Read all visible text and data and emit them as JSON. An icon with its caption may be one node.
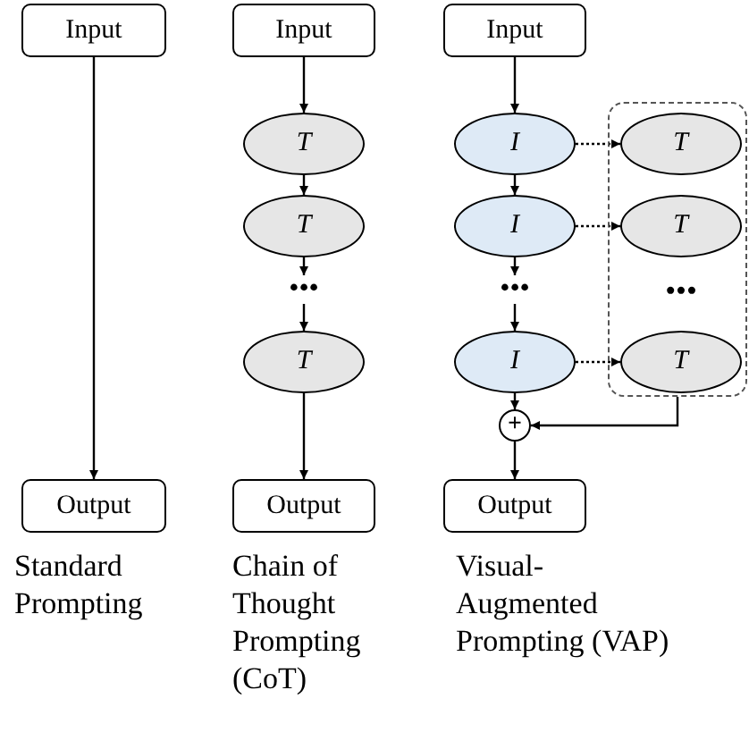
{
  "diagram": {
    "nodes": [
      {
        "text": [
          "Input"
        ]
      },
      {
        "text": [
          "Output"
        ]
      },
      {
        "text": [
          "Input"
        ]
      },
      {
        "text": [
          "T"
        ]
      },
      {
        "text": [
          "T"
        ]
      },
      {
        "text": [
          "•••"
        ]
      },
      {
        "text": [
          "T"
        ]
      },
      {
        "text": [
          "Output"
        ]
      },
      {
        "text": [
          "Input"
        ]
      },
      {
        "text": [
          "I"
        ]
      },
      {
        "text": [
          "I"
        ]
      },
      {
        "text": [
          "•••"
        ]
      },
      {
        "text": [
          "I"
        ]
      },
      {
        "text": [],
        "shape": "box"
      },
      {
        "text": [
          "T"
        ],
        "in": 13
      },
      {
        "text": [
          "T"
        ],
        "in": 13
      },
      {
        "text": [
          "T"
        ],
        "in": 13
      },
      {
        "text": [
          "+"
        ]
      },
      {
        "text": [
          "Output"
        ]
      }
    ],
    "edges": [
      {
        "from": 0,
        "to": 1,
        "arrow": "to"
      },
      {
        "from": 2,
        "to": 3,
        "arrow": "to"
      },
      {
        "from": 3,
        "to": 4,
        "arrow": "to"
      },
      {
        "from": 4,
        "to": 5,
        "arrow": "to"
      },
      {
        "from": 5,
        "to": 6,
        "arrow": "to"
      },
      {
        "from": 6,
        "to": 7,
        "arrow": "to"
      },
      {
        "from": 8,
        "to": 9,
        "arrow": "to"
      },
      {
        "from": 9,
        "to": 10,
        "arrow": "to"
      },
      {
        "from": 10,
        "to": 11,
        "arrow": "to"
      },
      {
        "from": 11,
        "to": 12,
        "arrow": "to"
      },
      {
        "from": 12,
        "to": 17,
        "arrow": "to"
      },
      {
        "from": 17,
        "to": 18,
        "arrow": "to"
      },
      {
        "from": 9,
        "to": 14,
        "arrow": "to",
        "style": "dashed"
      },
      {
        "from": 10,
        "to": 15,
        "arrow": "to",
        "style": "dashed"
      },
      {
        "from": 12,
        "to": 16,
        "arrow": "to",
        "style": "dashed"
      },
      {
        "from": 13,
        "to": 17,
        "arrow": "to"
      }
    ],
    "labels": [
      "•••",
      "Standard Prompting",
      "Chain of Thought Prompting (CoT)",
      "Visual-Augmented Prompting (VAP)"
    ]
  }
}
